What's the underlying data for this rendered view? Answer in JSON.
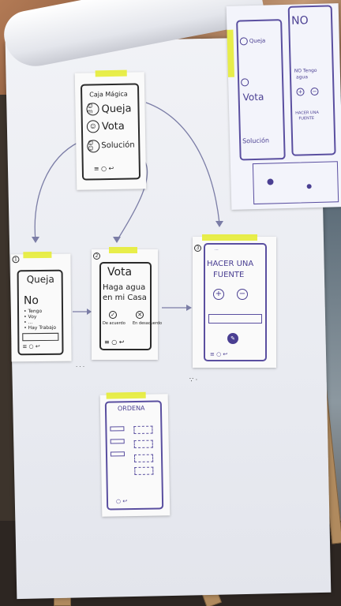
{
  "scene": {
    "sheet_main": {
      "title": "Caja Mágica",
      "items": [
        {
          "icon": "☺m",
          "label": "Queja"
        },
        {
          "icon": "☺",
          "label": "Vota"
        },
        {
          "icon": "☺☺",
          "label": "Solución"
        }
      ]
    },
    "sheet_queja": {
      "step": "1",
      "title": "Queja",
      "heading": "No",
      "bullets": [
        "• Tengo",
        "• Voy",
        "• ...",
        "• Hay Trabajo"
      ]
    },
    "sheet_vota": {
      "step": "2",
      "title": "Vota",
      "line1": "Haga agua",
      "line2": "en mi Casa",
      "option_yes": "De acuerdo",
      "option_no": "En desacuerdo"
    },
    "sheet_fuente": {
      "step": "3",
      "top_note": "...",
      "title_line1": "HACER UNA",
      "title_line2": "FUENTE"
    },
    "sheet_ordena": {
      "title": "ORDENA"
    },
    "sheet_right": {
      "items": [
        "Queja",
        "Vota",
        "Solución"
      ],
      "heading": "NO",
      "note1": "NO Tengo",
      "note2": "agua",
      "note3": "HACER UNA",
      "note4": "FUENTE"
    }
  }
}
